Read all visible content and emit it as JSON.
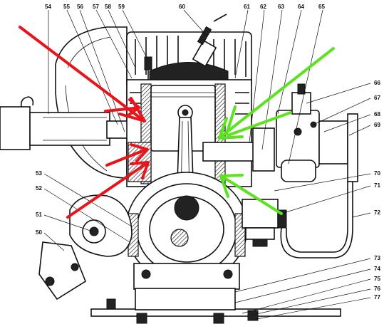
{
  "labels": {
    "l54": "54",
    "l55": "55",
    "l56": "56",
    "l57": "57",
    "l58": "58",
    "l59": "59",
    "l60": "60",
    "l61": "61",
    "l62": "62",
    "l63": "63",
    "l64": "64",
    "l65": "65",
    "l66": "66",
    "l67": "67",
    "l68": "68",
    "l69": "69",
    "l70": "70",
    "l71": "71",
    "l72": "72",
    "l73": "73",
    "l74": "74",
    "l75": "75",
    "l76": "76",
    "l77": "77",
    "l53": "53",
    "l52": "52",
    "l51": "51",
    "l50": "50"
  },
  "arrows": {
    "red_color": "#e8141c",
    "green_color": "#5ce21e"
  }
}
